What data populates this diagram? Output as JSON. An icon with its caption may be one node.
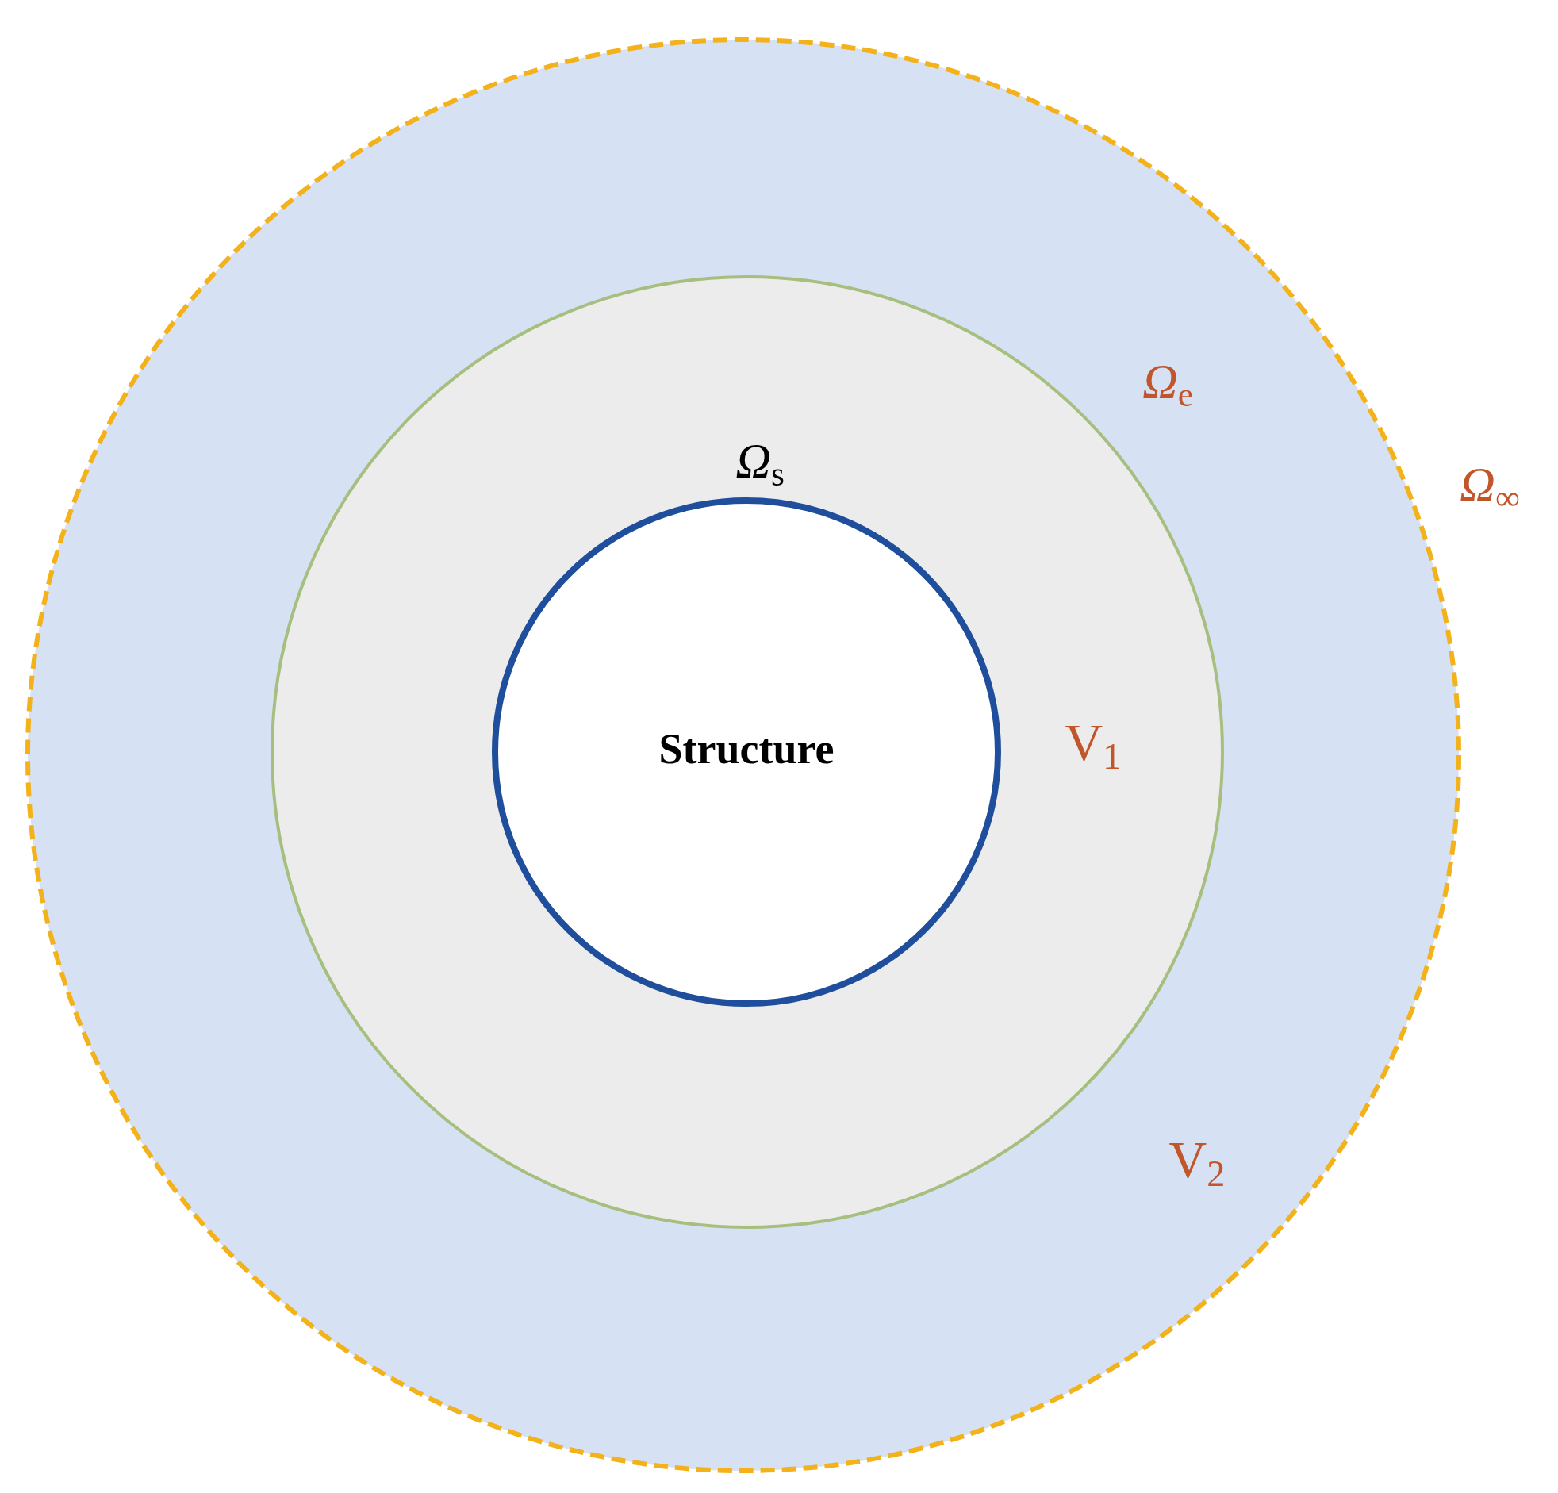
{
  "diagram": {
    "nodes": [
      {
        "text": [
          "V$_{2}$"
        ],
        "beside": [
          "*Ω*$_{∞}$"
        ]
      },
      {
        "text": [
          "V$_{1}$"
        ],
        "in": 0,
        "beside": [
          "*Ω*$_{e}$"
        ]
      },
      {
        "text": [
          "Structure"
        ],
        "in": 1,
        "beside": [
          "*Ω*$_{s}$"
        ]
      }
    ]
  }
}
